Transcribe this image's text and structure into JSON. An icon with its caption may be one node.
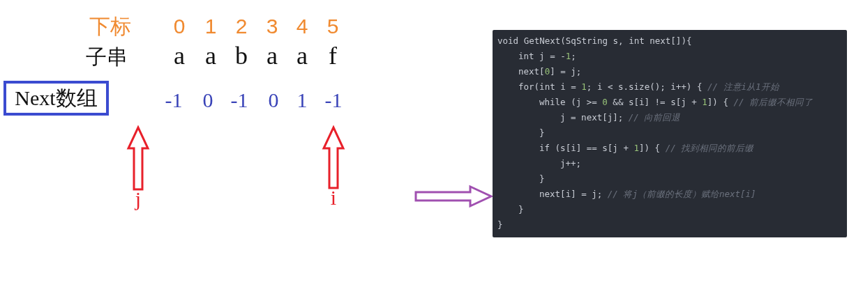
{
  "diagram": {
    "nodes": [
      {
        "text": [
          "Next数组"
        ]
      },
      {
        "text": [
          "j"
        ]
      },
      {
        "text": [
          "i"
        ]
      },
      {
        "text": [
          "void GetNext(SqString s, int next[]){",
          "int j = -1;",
          "next[0] = j;",
          "for(int i = 1; i < s.size(); i++) { // 注意i从1开始",
          "while (j >= 0 && s[i] != s[j + 1]) { // 前后缀不相同了",
          "j = next[j]; // 向前回退",
          "}",
          "if (s[i] == s[j + 1]) { // 找到相同的前后缀",
          "j++;",
          "}",
          "next[i] = j; // 将j（前缀的长度）赋给next[i]",
          "}",
          "}"
        ]
      }
    ],
    "edges": [
      {
        "from": 1,
        "to": null,
        "arrow": "to",
        "color": "#e8202a"
      },
      {
        "from": 2,
        "to": null,
        "arrow": "to",
        "color": "#e8202a"
      },
      {
        "from": null,
        "to": 3,
        "arrow": "to",
        "color": "#a050b0"
      }
    ],
    "labels": [
      "下标",
      "0",
      "1",
      "2",
      "3",
      "4",
      "5",
      "子串",
      "a",
      "a",
      "b",
      "a",
      "a",
      "f",
      "-1",
      "0",
      "-1",
      "0",
      "1",
      "-1"
    ]
  }
}
